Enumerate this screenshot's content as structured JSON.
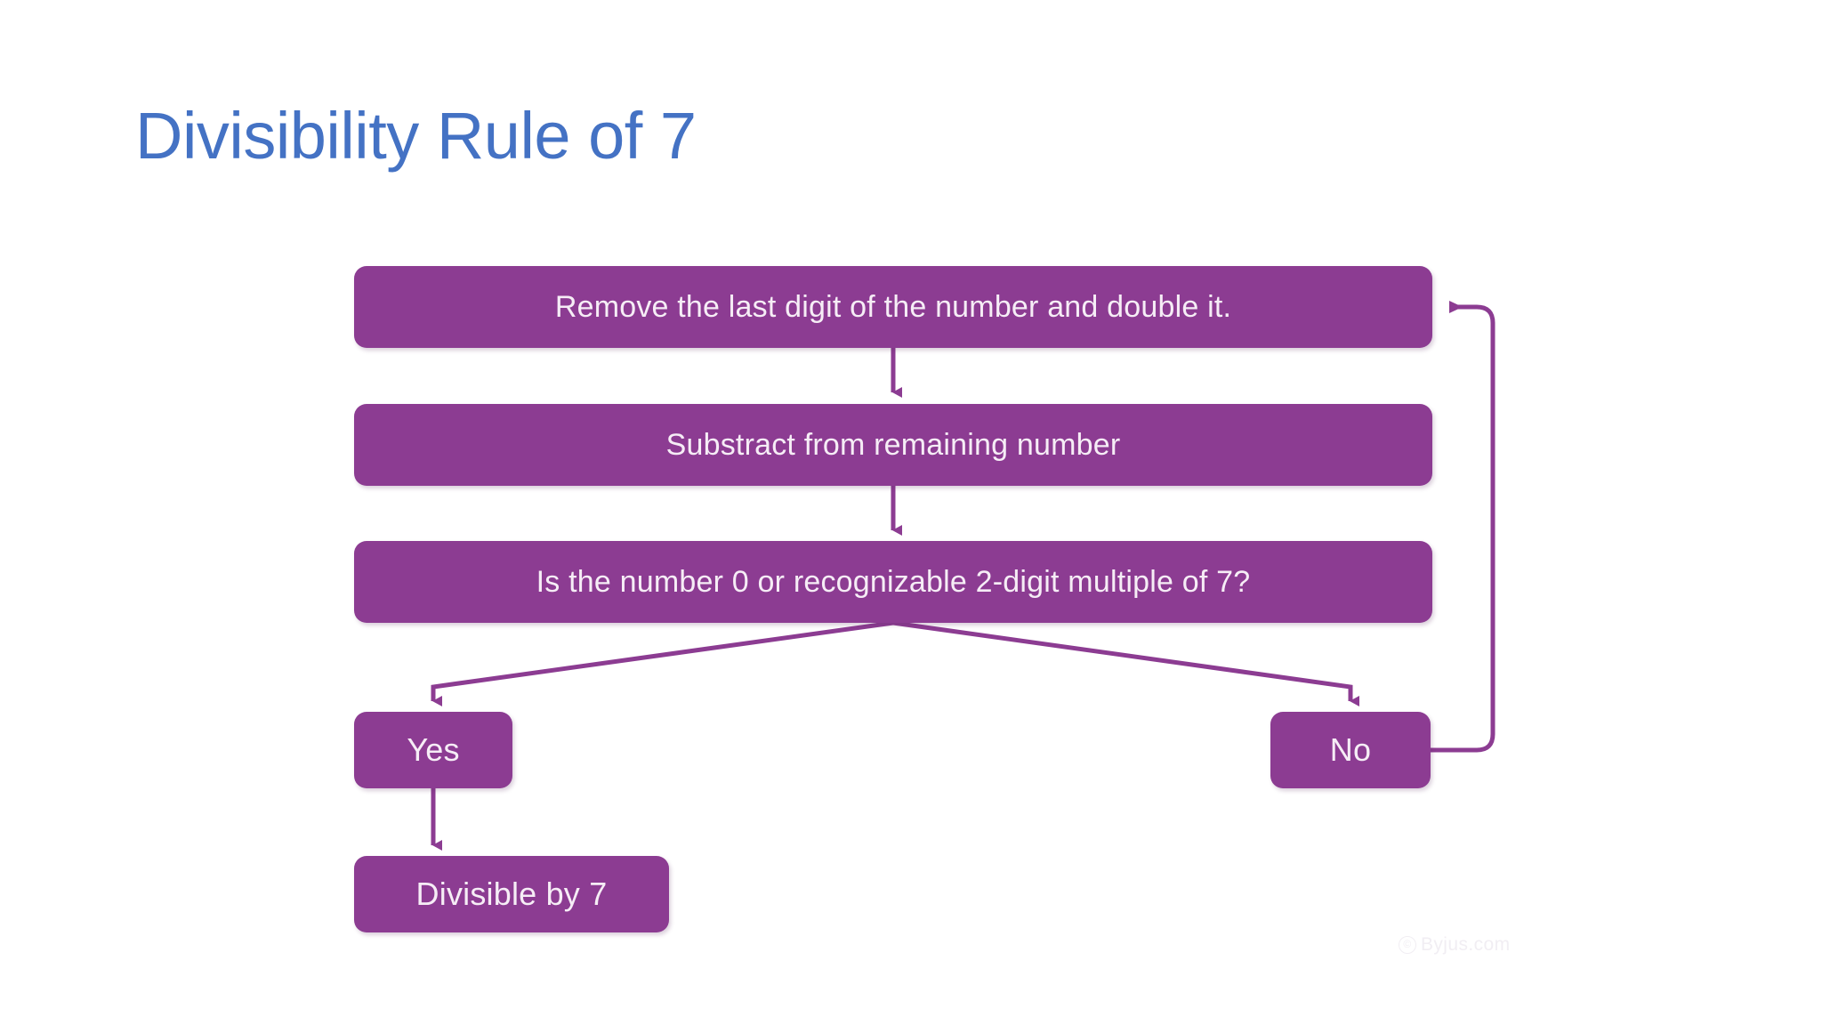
{
  "slide": {
    "title": "Divisibility Rule of 7",
    "title_color": "#4472C4",
    "background_color": "#FFFFFF"
  },
  "flowchart": {
    "node_fill_color": "#8C3C92",
    "node_text_color": "#F6EDF6",
    "connector_color": "#8C3C92",
    "nodes": [
      {
        "id": "remove",
        "label": "Remove the last digit of the number and double it."
      },
      {
        "id": "subtract",
        "label": "Substract from remaining number"
      },
      {
        "id": "question",
        "label": "Is the number 0 or recognizable 2-digit multiple of 7?"
      },
      {
        "id": "yes",
        "label": "Yes"
      },
      {
        "id": "no",
        "label": "No"
      },
      {
        "id": "divisible",
        "label": "Divisible by 7"
      }
    ]
  },
  "watermark": {
    "mark": "©",
    "text": "Byjus.com"
  }
}
